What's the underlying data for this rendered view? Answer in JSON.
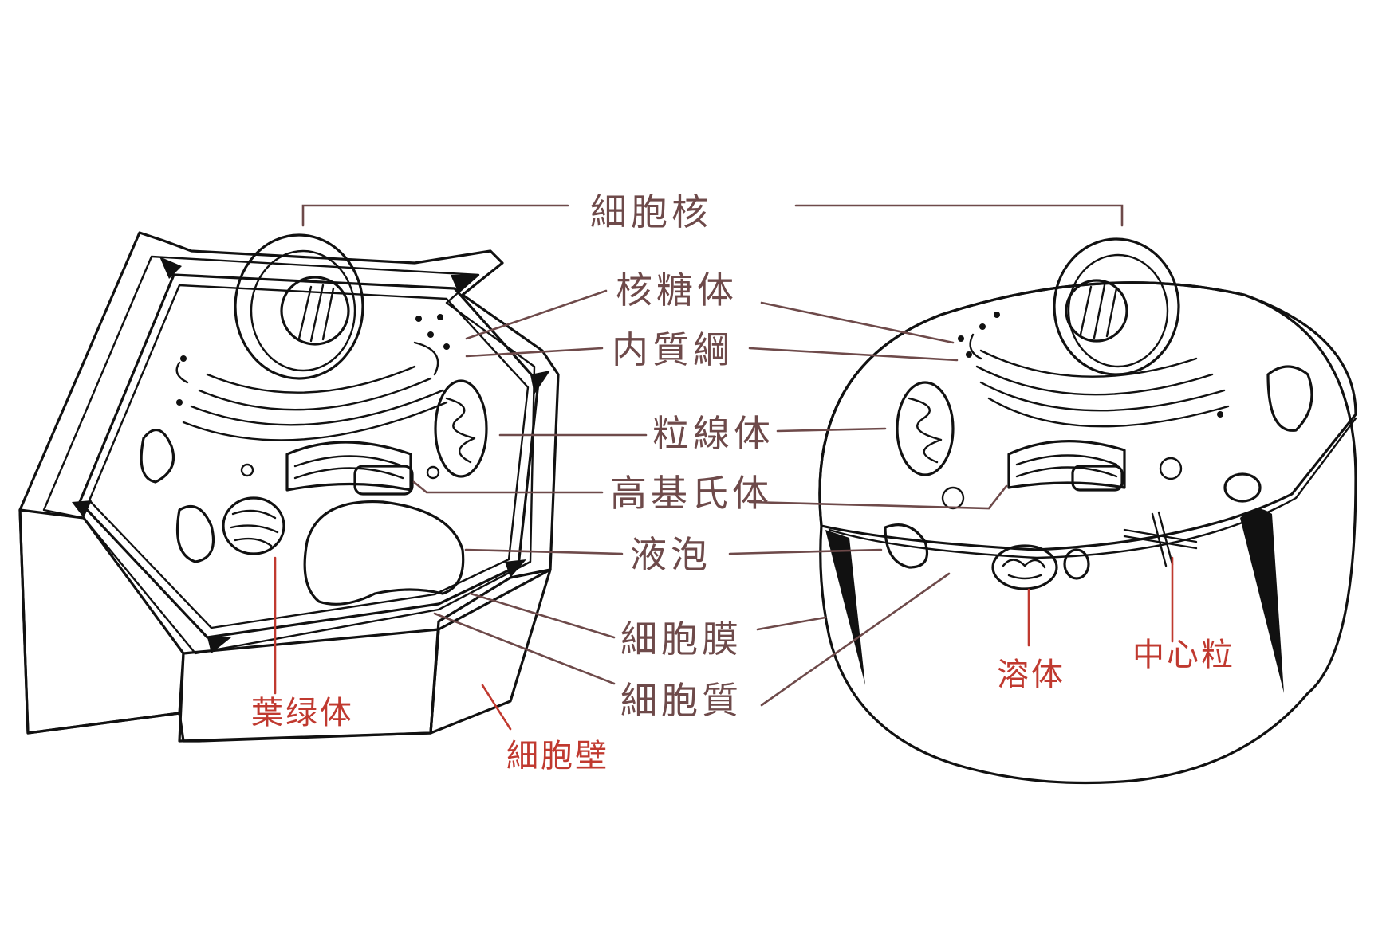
{
  "colors": {
    "ink": "#111111",
    "label_brown": "#6e4a4a",
    "label_red": "#c0392f",
    "cytoplasm_fill": "#ededed",
    "background": "#ffffff"
  },
  "labels": {
    "nucleus": "細胞核",
    "ribosome": "核糖体",
    "er": "内質綱",
    "mitochondria": "粒線体",
    "golgi": "高基氏体",
    "vacuole": "液泡",
    "membrane": "細胞膜",
    "cytoplasm": "細胞質",
    "chloroplast": "葉绿体",
    "cell_wall": "細胞壁",
    "lysosome": "溶体",
    "centriole": "中心粒"
  }
}
